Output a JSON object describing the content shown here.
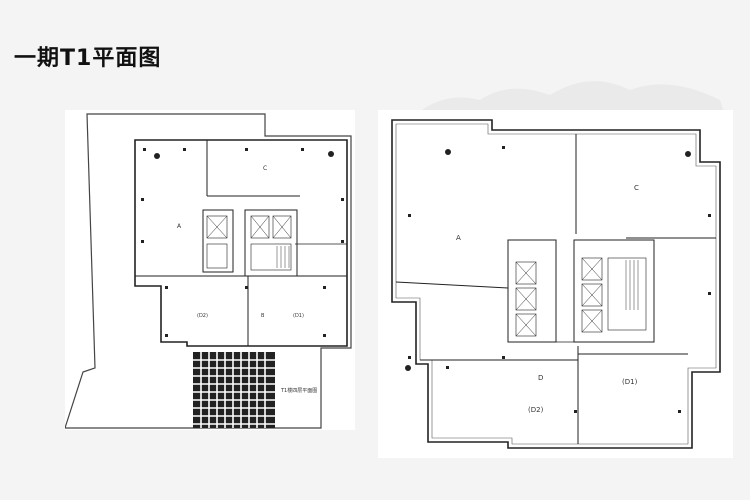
{
  "page": {
    "title": "一期T1平面图"
  },
  "left_plan": {
    "caption": "T1楼四层平面图",
    "rooms": {
      "a": "A",
      "c": "C",
      "b": "B",
      "d1": "(D1)",
      "d2": "(D2)"
    }
  },
  "right_plan": {
    "rooms": {
      "a": "A",
      "c": "C",
      "d": "D",
      "d1": "(D1)",
      "d2": "(D2)"
    }
  }
}
